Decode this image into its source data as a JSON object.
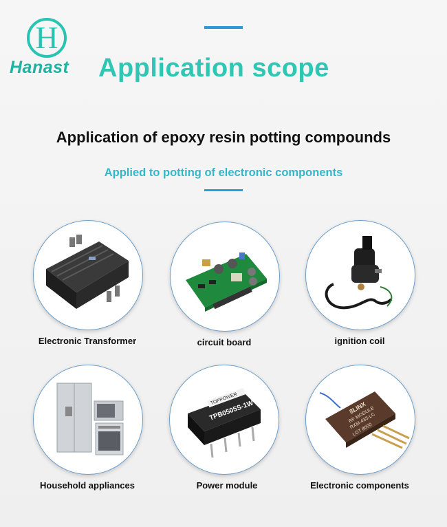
{
  "brand": {
    "logo_letter": "H",
    "name": "Hanast"
  },
  "hero": {
    "title": "Application scope"
  },
  "section": {
    "title": "Application of epoxy resin potting compounds",
    "subtitle": "Applied to potting of electronic components"
  },
  "applications": [
    {
      "label": "Electronic Transformer",
      "icon": "transformer-icon"
    },
    {
      "label": "circuit board",
      "icon": "circuit-board-icon"
    },
    {
      "label": "ignition coil",
      "icon": "ignition-coil-icon"
    },
    {
      "label": "Household appliances",
      "icon": "household-appliances-icon"
    },
    {
      "label": "Power module",
      "icon": "power-module-icon",
      "chip_text": {
        "brand": "TOPPOWER",
        "model": "TPB0505S-1W"
      }
    },
    {
      "label": "Electronic components",
      "icon": "electronic-components-icon",
      "chip_text": {
        "brand": "8LINX",
        "line1": "RF MODULE",
        "line2": "RXM-433-LC",
        "line3": "LOT 8000"
      }
    }
  ],
  "colors": {
    "accent_teal": "#2fc6b4",
    "accent_blue": "#2a9bd8",
    "subtitle_cyan": "#31b8c9"
  }
}
